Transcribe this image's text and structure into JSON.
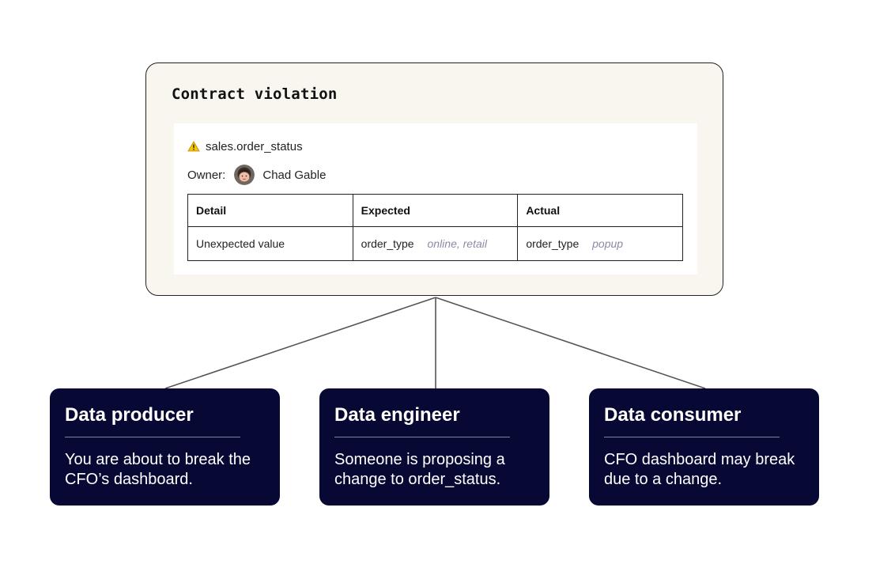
{
  "contract": {
    "title": "Contract violation",
    "asset": "sales.order_status",
    "owner_label": "Owner:",
    "owner_name": "Chad Gable",
    "icons": {
      "warning": "warning-icon",
      "avatar": "avatar"
    },
    "table": {
      "headers": [
        "Detail",
        "Expected",
        "Actual"
      ],
      "rows": [
        {
          "detail": "Unexpected value",
          "expected_field": "order_type",
          "expected_value": "online, retail",
          "actual_field": "order_type",
          "actual_value": "popup"
        }
      ]
    }
  },
  "audiences": [
    {
      "title": "Data producer",
      "message": "You are about to break the CFO’s dashboard."
    },
    {
      "title": "Data engineer",
      "message": "Someone is proposing a change to order_status."
    },
    {
      "title": "Data consumer",
      "message": "CFO dashboard may break due to a change."
    }
  ],
  "colors": {
    "card_background": "#f8f6ee",
    "panel_background": "#ffffff",
    "audience_background": "#070833",
    "connector": "#555555",
    "italic_value": "#8b8ba8",
    "warning": "#f7c600"
  }
}
